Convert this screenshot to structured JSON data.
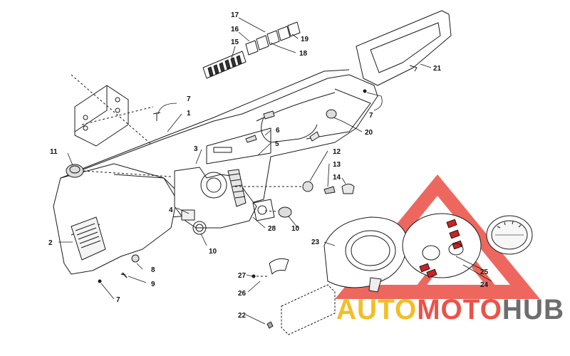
{
  "diagram": {
    "part_labels": {
      "p1": "1",
      "p2": "2",
      "p3": "3",
      "p4": "4",
      "p5": "5",
      "p6": "6",
      "p7a": "7",
      "p7b": "7",
      "p7c": "7",
      "p8": "8",
      "p9": "9",
      "p10a": "10",
      "p10b": "10",
      "p11": "11",
      "p12": "12",
      "p13": "13",
      "p14": "14",
      "p15": "15",
      "p16": "16",
      "p17": "17",
      "p18": "18",
      "p19": "19",
      "p20": "20",
      "p21": "21",
      "p22": "22",
      "p23": "23",
      "p24": "24",
      "p25": "25",
      "p26": "26",
      "p27": "27",
      "p28": "28"
    }
  },
  "watermark": {
    "word_part1": "AUTO",
    "word_part2": "MOTO",
    "word_part3": "HUB",
    "colors": {
      "triangle": "#e8352a",
      "auto": "#f2b300",
      "moto": "#e8352a",
      "hub": "#555555"
    }
  }
}
